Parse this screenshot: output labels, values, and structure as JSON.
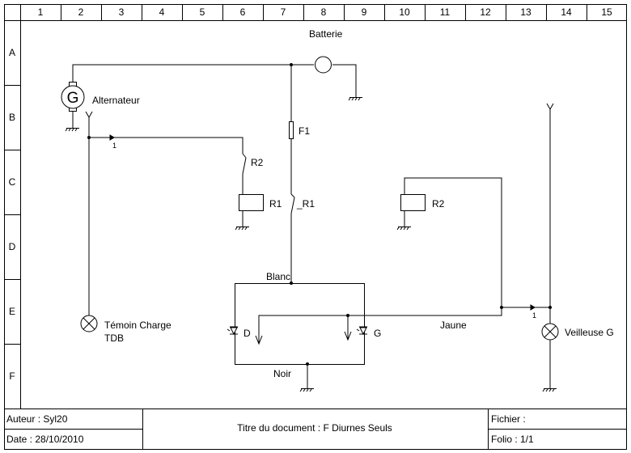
{
  "grid": {
    "columns": [
      "1",
      "2",
      "3",
      "4",
      "5",
      "6",
      "7",
      "8",
      "9",
      "10",
      "11",
      "12",
      "13",
      "14",
      "15"
    ],
    "rows": [
      "A",
      "B",
      "C",
      "D",
      "E",
      "F"
    ]
  },
  "labels": {
    "battery": "Batterie",
    "alternator": "Alternateur",
    "alternator_symbol": "G",
    "fuse": "F1",
    "relay_r2": "R2",
    "relay_r2_coil": "R2",
    "relay_r1_coil": "R1",
    "relay_r1_contact": "_R1",
    "blanc": "Blanc",
    "noir": "Noir",
    "jaune": "Jaune",
    "lamp_d": "D",
    "lamp_g": "G",
    "temoin_line1": "Témoin Charge",
    "temoin_line2": "TDB",
    "veilleuse": "Veilleuse G",
    "connector_1": "1",
    "connector_2": "1"
  },
  "title_block": {
    "author": "Auteur : Syl20",
    "date": "Date : 28/10/2010",
    "doc_title": "Titre du document : F Diurnes Seuls",
    "file": "Fichier :",
    "folio": "Folio : 1/1"
  },
  "colors": {
    "line": "#000000",
    "frame": "#000000",
    "background": "#ffffff"
  }
}
